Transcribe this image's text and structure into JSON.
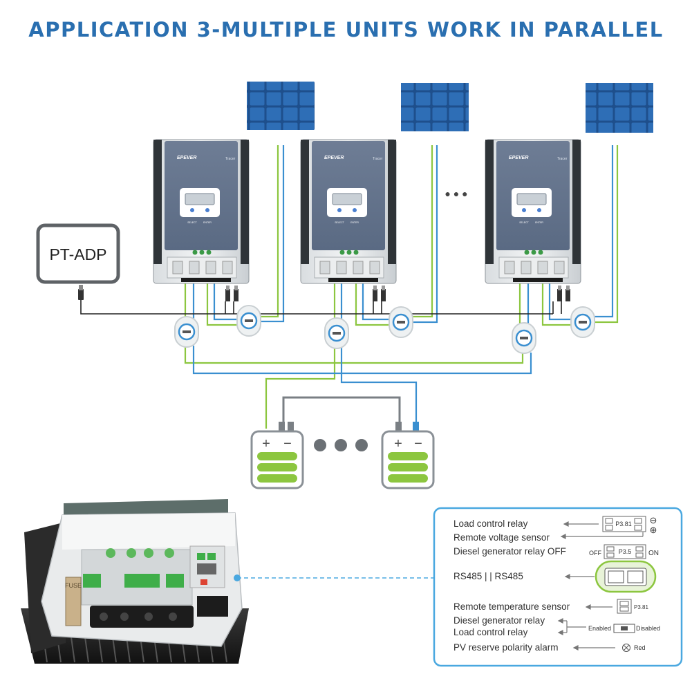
{
  "page": {
    "title": "APPLICATION 3-MULTIPLE UNITS WORK IN PARALLEL"
  },
  "colors": {
    "title": "#2a6fb0",
    "green_wire": "#8cc63f",
    "blue_wire": "#3a8fd0",
    "grey_wire": "#7a7f84",
    "black_wire": "#222222",
    "panel_cell": "#2e6eb6",
    "panel_frame": "#1e4f8c",
    "battery_fill": "#8cc63f",
    "callout_border": "#4aa8e0"
  },
  "adapter": {
    "label": "PT-ADP"
  },
  "controllers": [
    {
      "brand": "EPEVER",
      "model": "Tracer",
      "btn_select": "SELECT",
      "btn_enter": "ENTER"
    },
    {
      "brand": "EPEVER",
      "model": "Tracer",
      "btn_select": "SELECT",
      "btn_enter": "ENTER"
    },
    {
      "brand": "EPEVER",
      "model": "Tracer",
      "btn_select": "SELECT",
      "btn_enter": "ENTER"
    }
  ],
  "ellipsis": "● ● ●",
  "batteries": [
    {
      "plus": "+",
      "minus": "−"
    },
    {
      "plus": "+",
      "minus": "−"
    }
  ],
  "closeup": {
    "fuse_text": "FUSE"
  },
  "callout": {
    "labels": [
      "Load control relay",
      "Remote voltage sensor",
      "Diesel generator relay OFF",
      "RS485 | | RS485",
      "Remote temperature sensor",
      "Diesel generator relay",
      "Load control relay",
      "PV reserve polarity alarm"
    ],
    "p381": "P3.81",
    "p35": "P3.5",
    "off": "OFF",
    "on": "ON",
    "p381b": "P3.81",
    "enabled": "Enabled",
    "disabled": "Disabled",
    "red": "Red",
    "minus_sym": "⊖",
    "plus_sym": "⊕"
  }
}
